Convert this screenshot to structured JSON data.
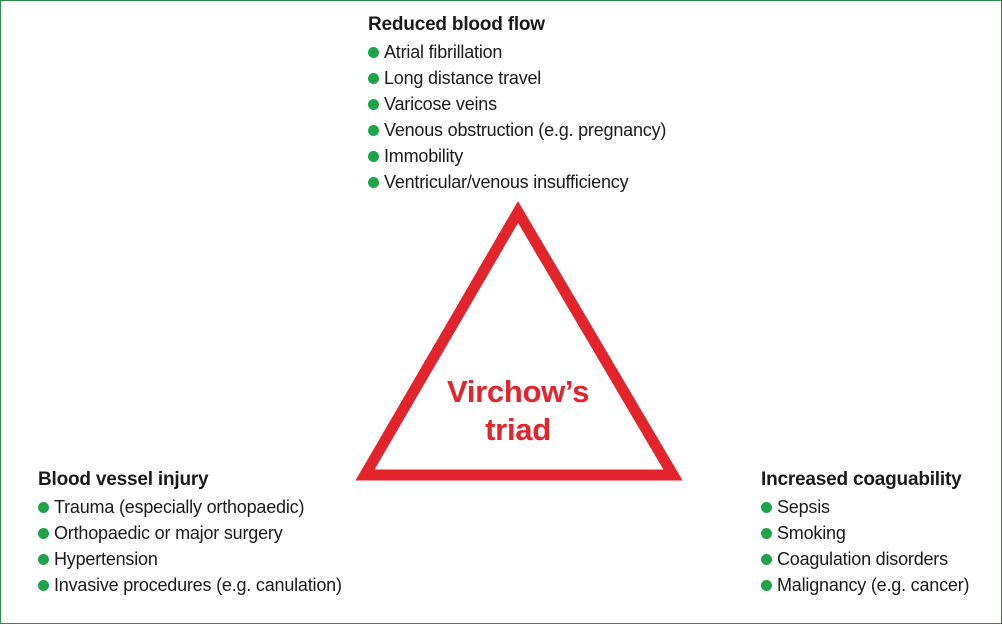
{
  "colors": {
    "triangle": "#e4242c",
    "bullet": "#1fa34a",
    "border": "#2e8a4a",
    "text": "#1a1a1a"
  },
  "center": {
    "line1": "Virchow’s",
    "line2": "triad"
  },
  "top": {
    "heading": "Reduced blood flow",
    "items": [
      "Atrial fibrillation",
      "Long distance travel",
      "Varicose veins",
      "Venous obstruction (e.g. pregnancy)",
      "Immobility",
      "Ventricular/venous insufficiency"
    ]
  },
  "left": {
    "heading": "Blood vessel injury",
    "items": [
      "Trauma (especially orthopaedic)",
      "Orthopaedic or major surgery",
      "Hypertension",
      "Invasive procedures (e.g. canulation)"
    ]
  },
  "right": {
    "heading": "Increased coaguability",
    "items": [
      "Sepsis",
      "Smoking",
      "Coagulation disorders",
      "Malignancy (e.g. cancer)"
    ]
  }
}
